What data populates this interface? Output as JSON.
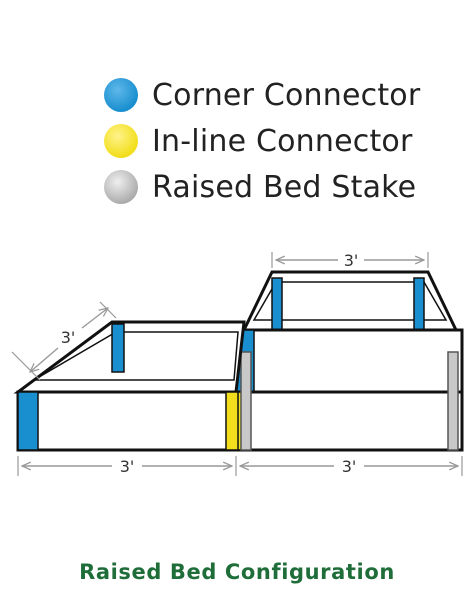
{
  "legend": {
    "items": [
      {
        "label": "Corner Connector",
        "icon": "corner-connector-dot",
        "color": "#1a8fcf"
      },
      {
        "label": "In-line Connector",
        "icon": "inline-connector-dot",
        "color": "#f2de1c"
      },
      {
        "label": "Raised Bed Stake",
        "icon": "stake-dot",
        "color": "#bdbdbd"
      }
    ]
  },
  "dimensions": {
    "upper_width": "3'",
    "left_depth": "3'",
    "bottom_left_width": "3'",
    "bottom_right_width": "3'"
  },
  "caption": "Raised Bed Configuration",
  "colors": {
    "corner": "#1a8fcf",
    "inline": "#f2de1c",
    "stake": "#c4c4c4",
    "outline": "#111111",
    "caption": "#1f6e3a"
  }
}
